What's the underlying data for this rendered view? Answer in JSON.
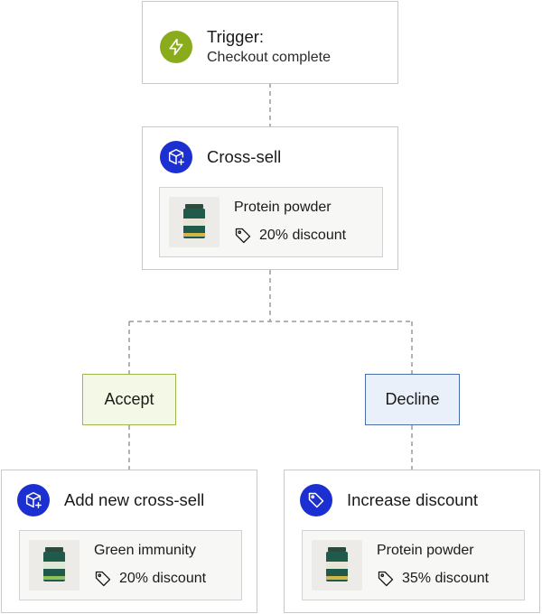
{
  "colors": {
    "trigger_icon_bg": "#8aac1c",
    "action_icon_bg": "#1c2fd0",
    "accept_border": "#9cb84a",
    "decline_border": "#4a6ea8",
    "connector": "#9a9a9a"
  },
  "trigger": {
    "icon": "lightning-icon",
    "title": "Trigger:",
    "subtitle": "Checkout complete"
  },
  "cross_sell": {
    "icon": "box-plus-icon",
    "title": "Cross-sell",
    "product": {
      "name": "Protein powder",
      "discount": "20% discount"
    }
  },
  "branches": {
    "accept": {
      "label": "Accept"
    },
    "decline": {
      "label": "Decline"
    }
  },
  "add_cross_sell": {
    "icon": "box-plus-icon",
    "title": "Add new cross-sell",
    "product": {
      "name": "Green immunity",
      "discount": "20% discount"
    }
  },
  "increase_discount": {
    "icon": "tag-icon",
    "title": "Increase discount",
    "product": {
      "name": "Protein powder",
      "discount": "35% discount"
    }
  }
}
